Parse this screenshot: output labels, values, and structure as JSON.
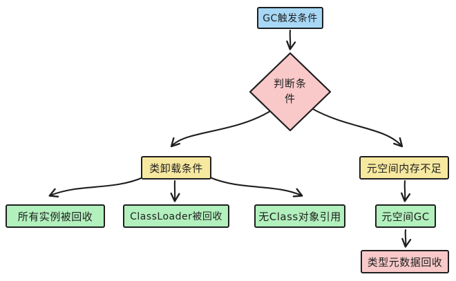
{
  "flowchart": {
    "nodes": {
      "trigger": {
        "label": "GC触发条件",
        "fill": "#a7d7f5",
        "shape": "rect"
      },
      "decision": {
        "label": "判断条件",
        "line1": "判断条",
        "line2": "件",
        "fill": "#f9c9c9",
        "shape": "diamond"
      },
      "class_unload": {
        "label": "类卸载条件",
        "fill": "#f7e8a0",
        "shape": "rect"
      },
      "metaspace_low": {
        "label": "元空间内存不足",
        "fill": "#f7e8a0",
        "shape": "rect"
      },
      "all_instances": {
        "label": "所有实例被回收",
        "fill": "#b2f0bd",
        "shape": "rect"
      },
      "classloader": {
        "label": "ClassLoader被回收",
        "fill": "#b2f0bd",
        "shape": "rect"
      },
      "no_class_ref": {
        "label": "无Class对象引用",
        "fill": "#b2f0bd",
        "shape": "rect"
      },
      "metaspace_gc": {
        "label": "元空间GC",
        "fill": "#b2f0bd",
        "shape": "rect"
      },
      "metadata_recycle": {
        "label": "类型元数据回收",
        "fill": "#f9c9c9",
        "shape": "rect"
      }
    },
    "edges": [
      {
        "from": "trigger",
        "to": "decision"
      },
      {
        "from": "decision",
        "to": "class_unload"
      },
      {
        "from": "decision",
        "to": "metaspace_low"
      },
      {
        "from": "class_unload",
        "to": "all_instances"
      },
      {
        "from": "class_unload",
        "to": "classloader"
      },
      {
        "from": "class_unload",
        "to": "no_class_ref"
      },
      {
        "from": "metaspace_low",
        "to": "metaspace_gc"
      },
      {
        "from": "metaspace_gc",
        "to": "metadata_recycle"
      }
    ],
    "colors": {
      "stroke": "#1e1e1e",
      "blue": "#a7d7f5",
      "pink": "#f9c9c9",
      "yellow": "#f7e8a0",
      "green": "#b2f0bd",
      "background": "#ffffff"
    }
  }
}
